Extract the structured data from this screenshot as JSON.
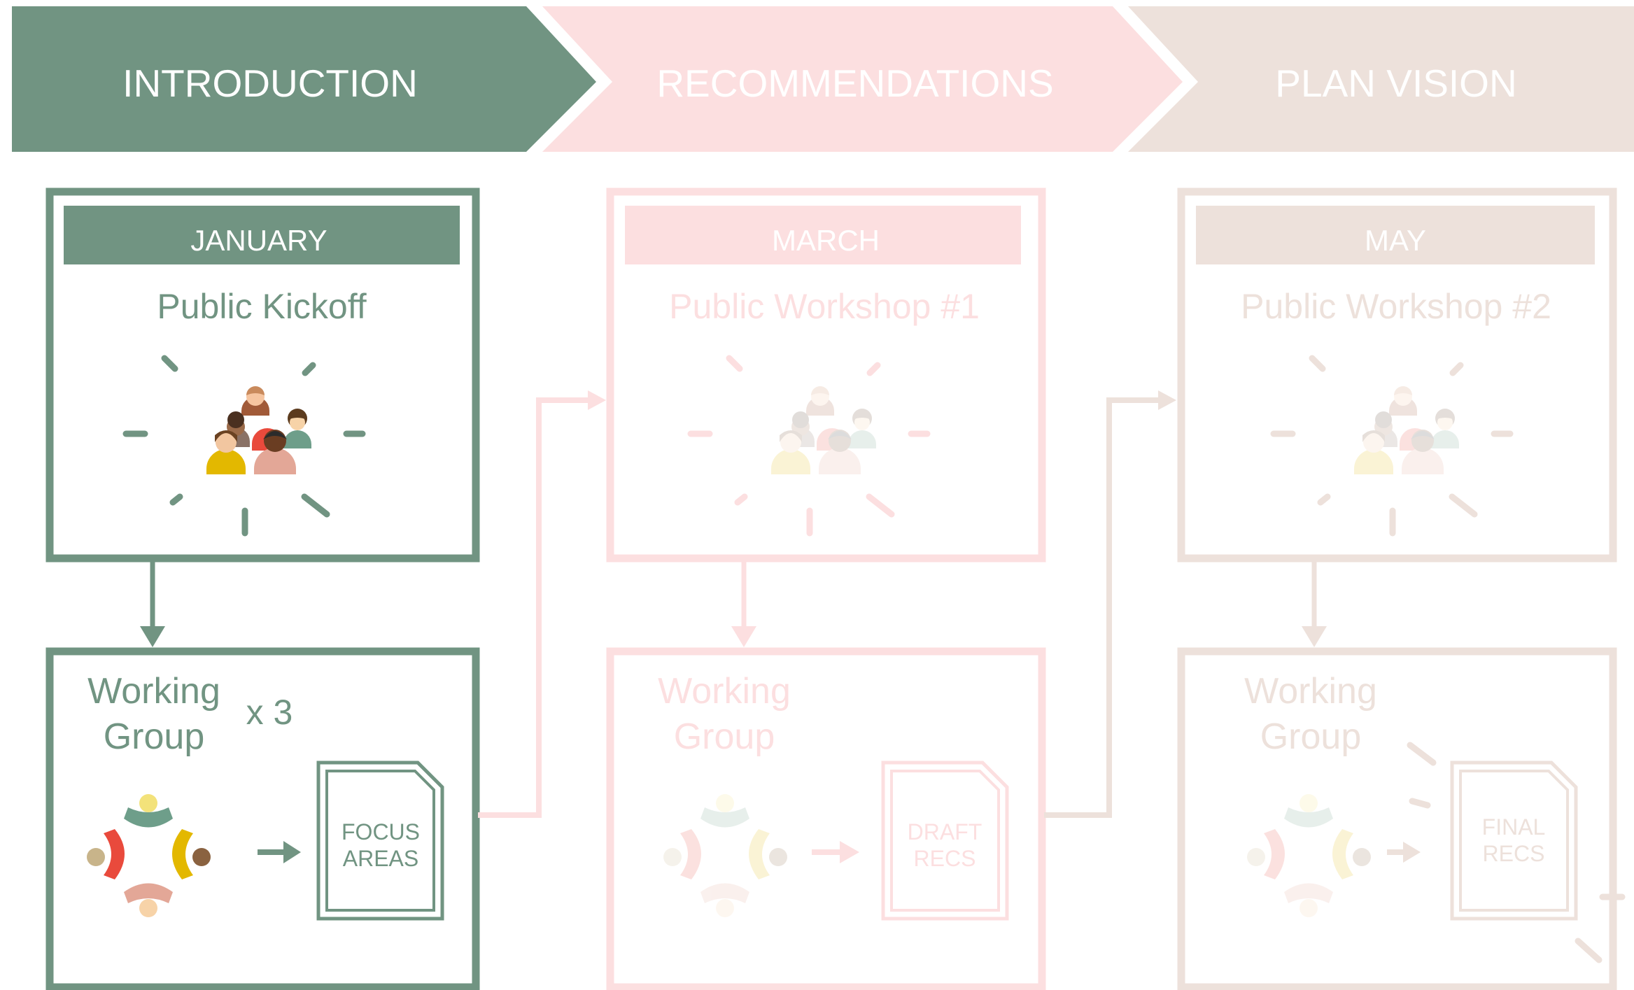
{
  "colors": {
    "green": "#719482",
    "pink": "#fcdfe0",
    "beige": "#ede1db"
  },
  "phases": {
    "introduction": "INTRODUCTION",
    "recommendations": "RECOMMENDATIONS",
    "plan_vision": "PLAN VISION"
  },
  "events": {
    "january": {
      "month": "JANUARY",
      "title": "Public Kickoff"
    },
    "march": {
      "month": "MARCH",
      "title": "Public Workshop #1"
    },
    "may": {
      "month": "MAY",
      "title": "Public Workshop #2"
    }
  },
  "working_groups": {
    "first": {
      "line1": "Working",
      "line2": "Group",
      "multiplier": "x 3",
      "doc_line1": "FOCUS",
      "doc_line2": "AREAS"
    },
    "second": {
      "line1": "Working",
      "line2": "Group",
      "doc_line1": "DRAFT",
      "doc_line2": "RECS"
    },
    "third": {
      "line1": "Working",
      "line2": "Group",
      "doc_line1": "FINAL",
      "doc_line2": "RECS"
    }
  },
  "icons": {
    "crowd": "crowd-icon",
    "meeting": "meeting-circle-icon",
    "document": "document-icon",
    "burst": "burst-rays-icon"
  }
}
